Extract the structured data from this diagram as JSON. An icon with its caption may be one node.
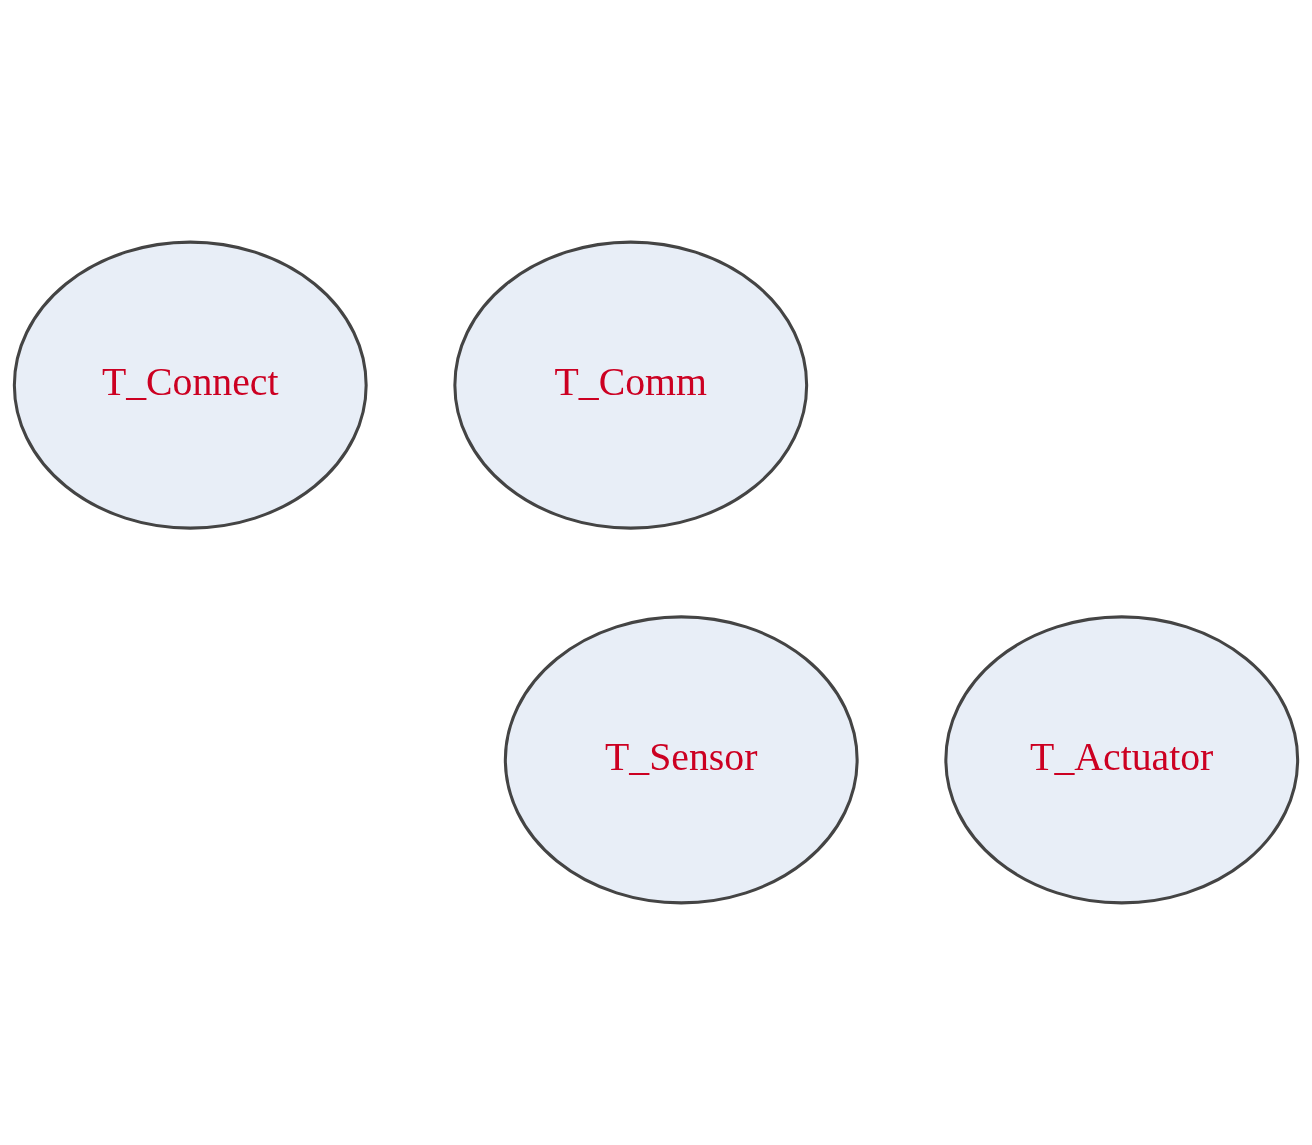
{
  "diagram": {
    "nodes": [
      {
        "text": [
          "T_Connect"
        ]
      },
      {
        "text": [
          "T_Comm"
        ]
      },
      {
        "text": [
          "T_Sensor"
        ]
      },
      {
        "text": [
          "T_Actuator"
        ]
      }
    ]
  }
}
